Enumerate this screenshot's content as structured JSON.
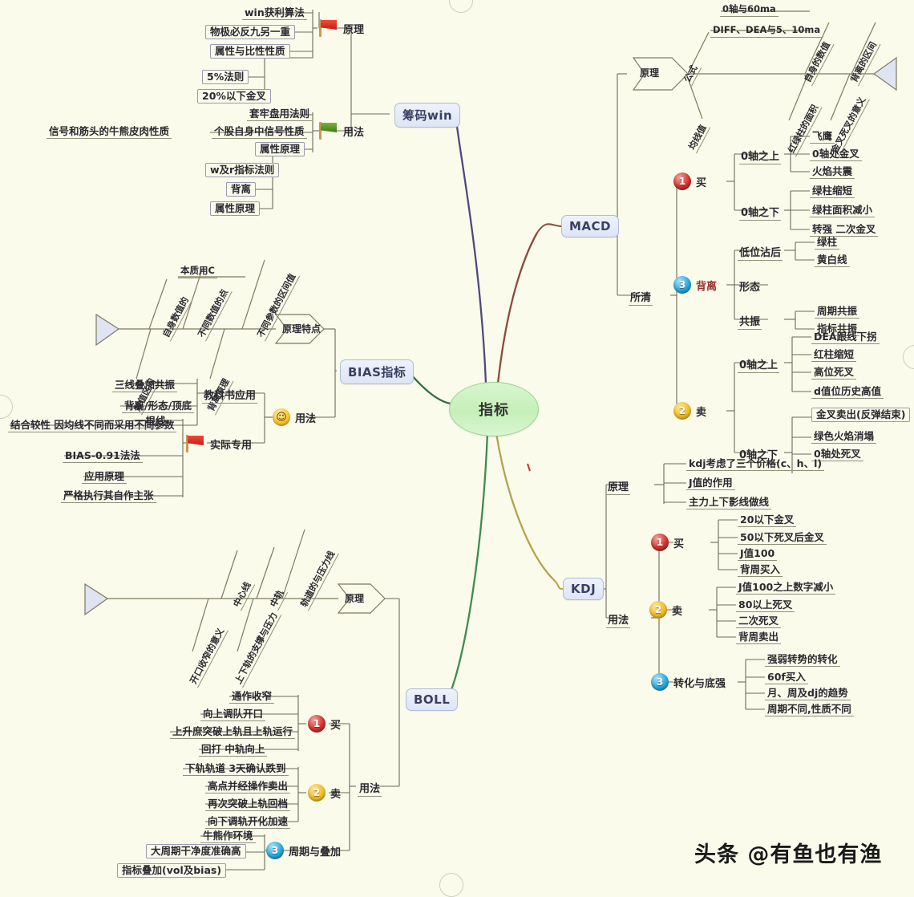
{
  "center": {
    "label": "指标"
  },
  "watermark": "头条 @有鱼也有渔",
  "colors": {
    "background": "#fbfbec",
    "center_fill": "#c6efb8",
    "topic_fill": "#dde5f5",
    "topic_border": "#aebcd8",
    "wire_chouma": "#4d4a7e",
    "wire_macd": "#8a4b3a",
    "wire_bias": "#2f6b4f",
    "wire_boll": "#3d8c4c",
    "wire_kdj": "#b3a24a"
  },
  "branches": {
    "chouma": {
      "label": "筹码win",
      "yuanli": {
        "flag": "red-flag-icon",
        "label": "原理",
        "items": [
          "win获利算法",
          "物极必反九另一重",
          "属性与比性性质"
        ],
        "sub": [
          "5%法则",
          "20%以下金叉"
        ]
      },
      "yongfa": {
        "flag": "green-flag-icon",
        "label": "用法",
        "items": [
          "套牢盘用法则",
          "个股自身中信号性质"
        ],
        "left_item": "信号和筋头的牛熊皮肉性质",
        "node": "属性原理",
        "sub": [
          "w及r指标法则",
          "背离",
          "属性原理"
        ]
      }
    },
    "macd": {
      "label": "MACD",
      "fishbone": {
        "head": "原理",
        "spine_labels_top": [
          "0轴与60ma",
          "DIFF、DEA与5、10ma"
        ],
        "rib_left_up": "公式",
        "rib_left_dn": "均线值",
        "rib_right_up": [
          "自身的数值",
          "背离的区间"
        ],
        "rib_right_dn": [
          "红绿柱的面积",
          "金叉死叉的意义"
        ]
      },
      "suoqing": "所清",
      "buy": {
        "icon": "red-number-1-icon",
        "label": "买",
        "groups": [
          {
            "name": "0轴之上",
            "items": [
              "飞鹰",
              "0轴处金叉",
              "火焰共震"
            ]
          },
          {
            "name": "0轴之下",
            "items": [
              "绿柱缩短",
              "绿柱面积减小",
              "转强 二次金叉"
            ]
          }
        ]
      },
      "beili": {
        "icon": "blue-number-3-icon",
        "label": "背离",
        "groups": [
          {
            "name": "低位沾后",
            "items": [
              "绿柱",
              "黄白线"
            ]
          },
          {
            "name": "形态",
            "items": []
          },
          {
            "name": "共振",
            "items": [
              "周期共振",
              "指标共振"
            ]
          }
        ]
      },
      "sell": {
        "icon": "yellow-number-2-icon",
        "label": "卖",
        "groups": [
          {
            "name": "0轴之上",
            "items": [
              "DEA跟线下拐",
              "红柱缩短",
              "高位死叉",
              "d值位历史高值"
            ]
          },
          {
            "name": "0轴之下",
            "items": [
              "金叉卖出(反弹结束)",
              "绿色火焰消塌",
              "0轴处死叉"
            ]
          }
        ]
      }
    },
    "bias": {
      "label": "BIAS指标",
      "fishbone": {
        "head": "原理特点",
        "center_label": "本质用C",
        "rib_left_up": [
          "自身数值的",
          "不同数值的点"
        ],
        "rib_right_up": [
          "不同参数的区间值"
        ],
        "rib_left_dn": [
          "数值区间"
        ],
        "rib_right_dn": [
          "背离原理"
        ]
      },
      "yongfa": {
        "icon": "smile-icon",
        "label": "用法",
        "groups": [
          {
            "name": "教科书应用",
            "items": [
              "三线叠加共振",
              "背离/形态/顶底",
              "结合较性 因均线不同而采用不同参数"
            ]
          },
          {
            "flag": "red-flag-icon",
            "name": "实际专用",
            "items": [
              "一根线",
              "BIAS-0.91法法",
              "应用原理",
              "严格执行其自作主张"
            ]
          }
        ]
      }
    },
    "boll": {
      "label": "BOLL",
      "fishbone": {
        "head": "原理",
        "rib_up": [
          "中心线",
          "中轨",
          "轨道的与压力线"
        ],
        "rib_dn": [
          "开口收窄的意义",
          "上下轨的支撑与压力"
        ]
      },
      "buy": {
        "icon": "red-number-1-icon",
        "label": "买",
        "items": [
          "通作收窄",
          "向上调队开口",
          "上升庶突破上轨且上轨运行",
          "回打 中轨向上"
        ]
      },
      "sell": {
        "icon": "yellow-number-2-icon",
        "label": "卖",
        "items": [
          "下轨轨道 3天确认跌到",
          "高点并经操作卖出",
          "再次突破上轨回档",
          "向下调轨开化加速"
        ]
      },
      "zhouqi": {
        "icon": "blue-number-3-icon",
        "label": "周期与叠加",
        "items": [
          "牛熊作环境",
          "大周期干净度准确高",
          "指标叠加(vol及bias)"
        ]
      },
      "yongfa_label": "用法"
    },
    "kdj": {
      "label": "KDJ",
      "yuanli": {
        "label": "原理",
        "items": [
          "kdj考虑了三个价格(c、h、l)",
          "J值的作用",
          "主力上下影线做线"
        ]
      },
      "yongfa_label": "用法",
      "buy": {
        "icon": "red-number-1-icon",
        "label": "买",
        "items": [
          "20以下金叉",
          "50以下死叉后金叉",
          "J值100",
          "背周买入"
        ]
      },
      "sell": {
        "icon": "yellow-number-2-icon",
        "label": "卖",
        "items": [
          "J值100之上数字减小",
          "80以上死叉",
          "二次死叉",
          "背周卖出"
        ]
      },
      "zhuanhua": {
        "icon": "blue-number-3-icon",
        "label": "转化与底强",
        "items": [
          "强弱转势的转化",
          "60f买入",
          "月、周及dj的趋势",
          "周期不同,性质不同"
        ]
      }
    }
  }
}
